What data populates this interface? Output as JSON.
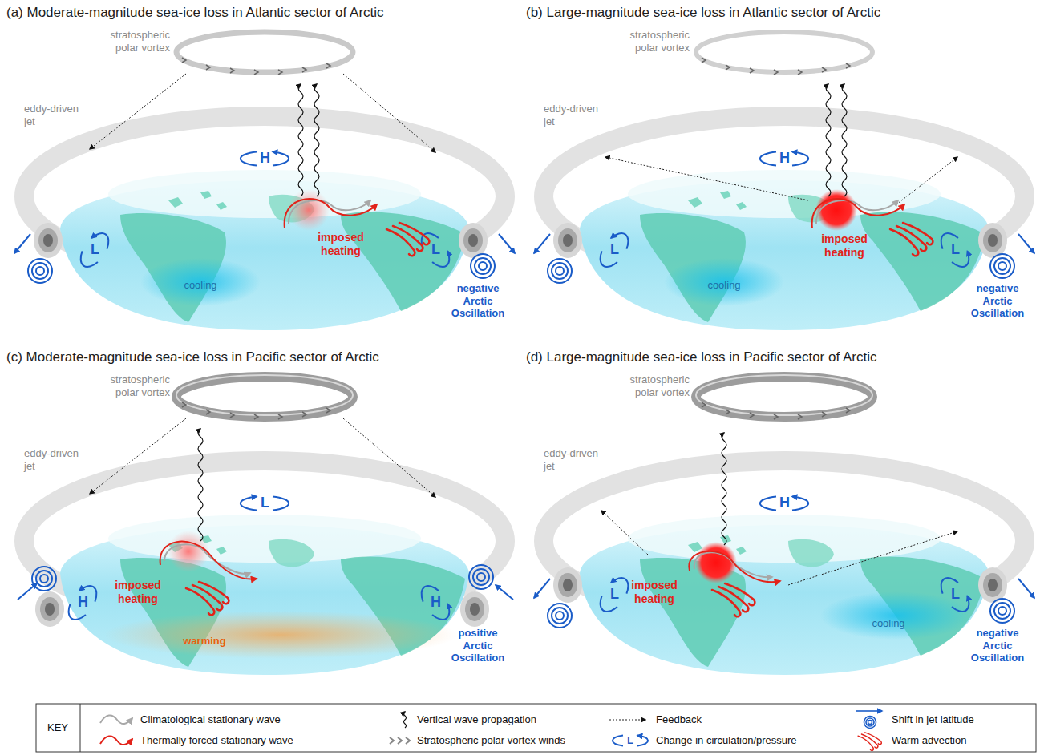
{
  "diagram": {
    "labels": [
      "(a) Moderate-magnitude sea-ice loss in Atlantic sector of Arctic",
      "stratospheric polar vortex",
      "eddy-driven jet",
      "H",
      "L",
      "L",
      "imposed heating",
      "cooling",
      "negative Arctic Oscillation",
      "(b) Large-magnitude sea-ice loss in Atlantic sector of Arctic",
      "stratospheric polar vortex",
      "eddy-driven jet",
      "H",
      "L",
      "L",
      "imposed heating",
      "cooling",
      "negative Arctic Oscillation",
      "(c) Moderate-magnitude sea-ice loss in Pacific sector of Arctic",
      "stratospheric polar vortex",
      "eddy-driven jet",
      "L",
      "H",
      "H",
      "imposed heating",
      "warming",
      "positive Arctic Oscillation",
      "(d) Large-magnitude sea-ice loss in Pacific sector of Arctic",
      "stratospheric polar vortex",
      "eddy-driven jet",
      "H",
      "L",
      "L",
      "imposed heating",
      "cooling",
      "negative Arctic Oscillation",
      "KEY",
      "L"
    ],
    "legend": [
      {
        "text": "Climatological stationary wave"
      },
      {
        "text": "Vertical wave propagation"
      },
      {
        "text": "Feedback"
      },
      {
        "text": "Shift in jet latitude"
      },
      {
        "text": "Thermally forced stationary wave"
      },
      {
        "text": "Stratospheric polar vortex winds"
      },
      {
        "text": "Change in circulation/pressure"
      },
      {
        "text": "Warm advection"
      }
    ]
  }
}
